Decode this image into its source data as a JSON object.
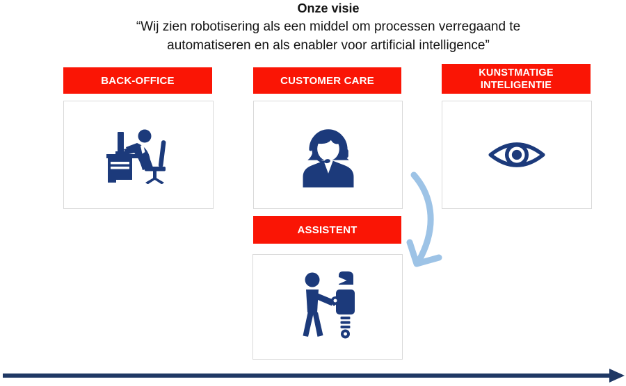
{
  "title": "Onze visie",
  "quote": {
    "line1": "“Wij zien robotisering als een middel om processen verregaand te",
    "line2": "automatiseren en als enabler voor artificial intelligence”"
  },
  "sections": [
    {
      "label": "BACK-OFFICE",
      "icon": "desk-worker-icon"
    },
    {
      "label": "CUSTOMER CARE",
      "icon": "headset-agent-icon"
    },
    {
      "label": "KUNSTMATIGE\nINTELIGENTIE",
      "icon": "eye-icon"
    },
    {
      "label": "ASSISTENT",
      "icon": "human-robot-handshake-icon"
    }
  ],
  "colors": {
    "accent_red": "#fa1505",
    "icon_navy": "#1c3a7b",
    "arrow_light_blue": "#9dc3e6",
    "timeline_navy": "#1f3864",
    "box_border": "#d9d9d9",
    "text_black": "#141414"
  }
}
